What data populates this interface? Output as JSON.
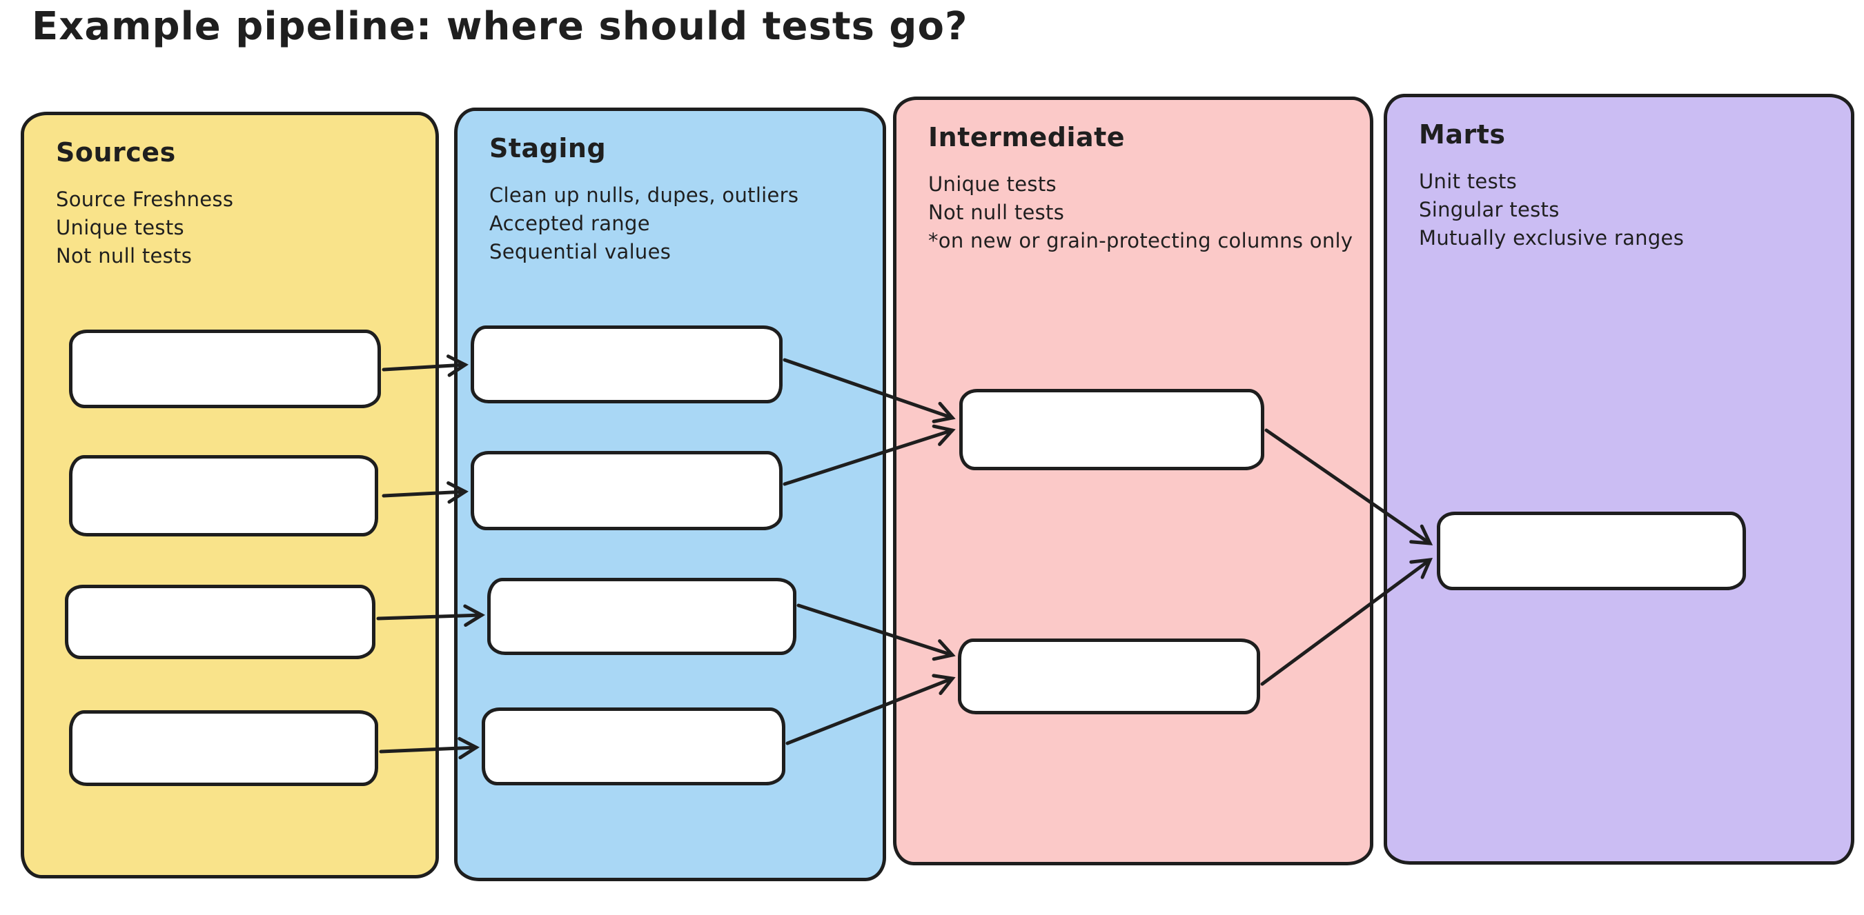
{
  "title": "Example pipeline: where should tests go?",
  "diagram": {
    "background": "#ffffff",
    "stroke_color": "#1e1e1e",
    "node_fill": "#ffffff",
    "columns": [
      {
        "label": "Sources",
        "color": "#F9E38A",
        "notes": [
          "Source Freshness",
          "Unique tests",
          "Not null tests"
        ],
        "node_count": 4
      },
      {
        "label": "Staging",
        "color": "#A9D7F5",
        "notes": [
          "Clean up nulls, dupes, outliers",
          "Accepted range",
          "Sequential values"
        ],
        "node_count": 4
      },
      {
        "label": "Intermediate",
        "color": "#FBC9C8",
        "notes": [
          "Unique tests",
          "Not null tests",
          "*on new or grain-protecting columns only"
        ],
        "node_count": 2
      },
      {
        "label": "Marts",
        "color": "#CBBDF3",
        "notes": [
          "Unit tests",
          "Singular tests",
          "Mutually exclusive ranges"
        ],
        "node_count": 1
      }
    ],
    "edges": [
      {
        "from": "sources-node-1",
        "to": "staging-node-1"
      },
      {
        "from": "sources-node-2",
        "to": "staging-node-2"
      },
      {
        "from": "sources-node-3",
        "to": "staging-node-3"
      },
      {
        "from": "sources-node-4",
        "to": "staging-node-4"
      },
      {
        "from": "staging-node-1",
        "to": "intermediate-node-1"
      },
      {
        "from": "staging-node-2",
        "to": "intermediate-node-1"
      },
      {
        "from": "staging-node-3",
        "to": "intermediate-node-2"
      },
      {
        "from": "staging-node-4",
        "to": "intermediate-node-2"
      },
      {
        "from": "intermediate-node-1",
        "to": "marts-node-1"
      },
      {
        "from": "intermediate-node-2",
        "to": "marts-node-1"
      }
    ]
  }
}
